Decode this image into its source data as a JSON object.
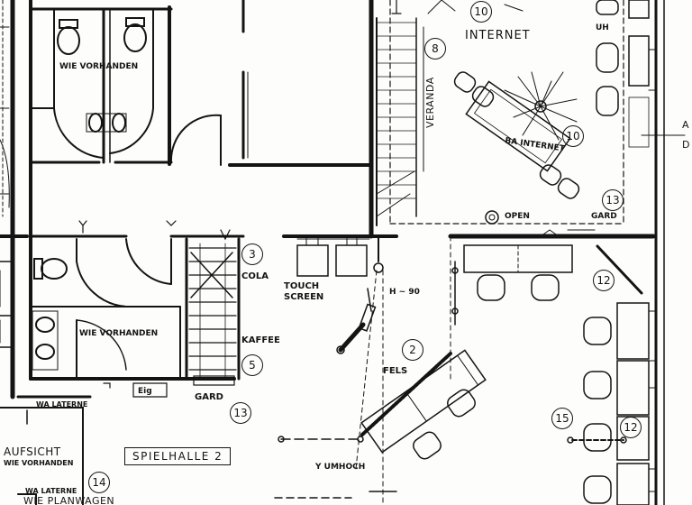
{
  "labels": {
    "internet": "INTERNET",
    "uh": "UH",
    "veranda": "VERANDA",
    "ba_internet": "BA INTERNET",
    "open": "OPEN",
    "gard_top": "GARD",
    "wie_vorhanden_top": "WIE VORHANDEN",
    "wie_vorhanden_mid": "WIE VORHANDEN",
    "wie_vorhanden_bottom": "WIE VORHANDEN",
    "cola": "COLA",
    "touch_screen_1": "TOUCH",
    "touch_screen_2": "SCREEN",
    "kaffee": "KAFFEE",
    "gard_mid": "GARD",
    "eig": "Eig",
    "wa_laterne_1": "WA LATERNE",
    "wa_laterne_2": "WA LATERNE",
    "aufsicht": "AUFSICHT",
    "wie_planwagen": "WIE PLANWAGEN",
    "spielhalle": "SPIELHALLE 2",
    "fels": "FELS",
    "h_90": "H ~ 90",
    "umhoch": "Y UMHOCH",
    "edge_a": "A",
    "edge_d": "D"
  },
  "callouts": {
    "n10_top": "10",
    "n8": "8",
    "n10_table": "10",
    "n13_top": "13",
    "n3": "3",
    "n5": "5",
    "n13_mid": "13",
    "n2": "2",
    "n12_top": "12",
    "n12_low": "12",
    "n15": "15",
    "n14": "14"
  }
}
